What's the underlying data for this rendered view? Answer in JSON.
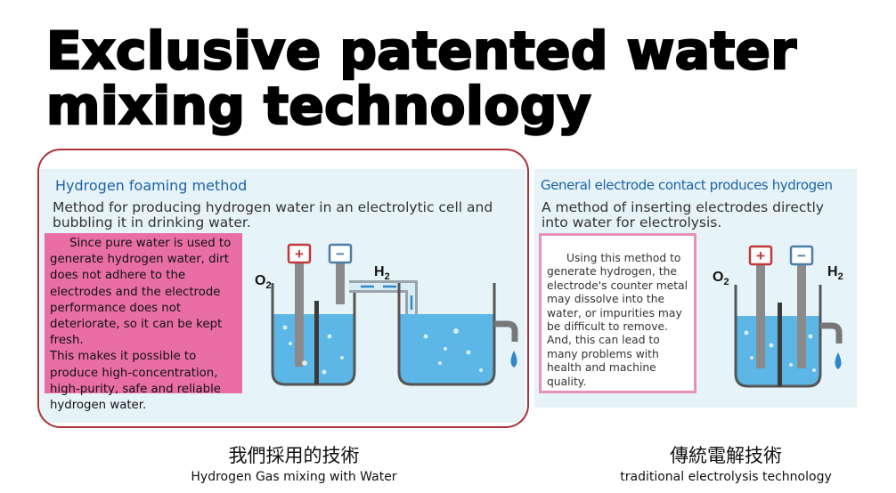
{
  "headline": "Exclusive patented water mixing technology",
  "left": {
    "title": "Hydrogen foaming method",
    "description": "Method for producing hydrogen water in an electrolytic cell and bubbling it in drinking water.",
    "highlight_p1": "Since pure water is used to generate hydrogen water, dirt does not adhere to the electrodes and the electrode performance does not deteriorate, so it can be kept fresh.",
    "highlight_p2": "This makes it possible to produce high-concentration, high-purity, safe and reliable hydrogen water.",
    "caption_zh": "我們採用的技術",
    "caption_en": "Hydrogen Gas mixing with Water"
  },
  "right": {
    "title": "General electrode contact produces hydrogen",
    "description": "A method of inserting electrodes directly into water for electrolysis.",
    "box_p1": "Using this method to generate hydrogen, the electrode's counter metal may dissolve into the water, or impurities may be difficult to remove.",
    "box_p2": "And, this can lead to many problems with health and machine quality.",
    "caption_zh": "傳統電解技術",
    "caption_en": "traditional electrolysis technology"
  },
  "labels": {
    "plus": "+",
    "minus": "−",
    "o2": "O",
    "h2": "H",
    "sub2": "2"
  },
  "colors": {
    "title_blue": "#1d62a6",
    "panel_bg": "#e6f4f9",
    "pink": "#e96ea5",
    "frame_red": "#a93339",
    "water": "#5cb6e6"
  }
}
